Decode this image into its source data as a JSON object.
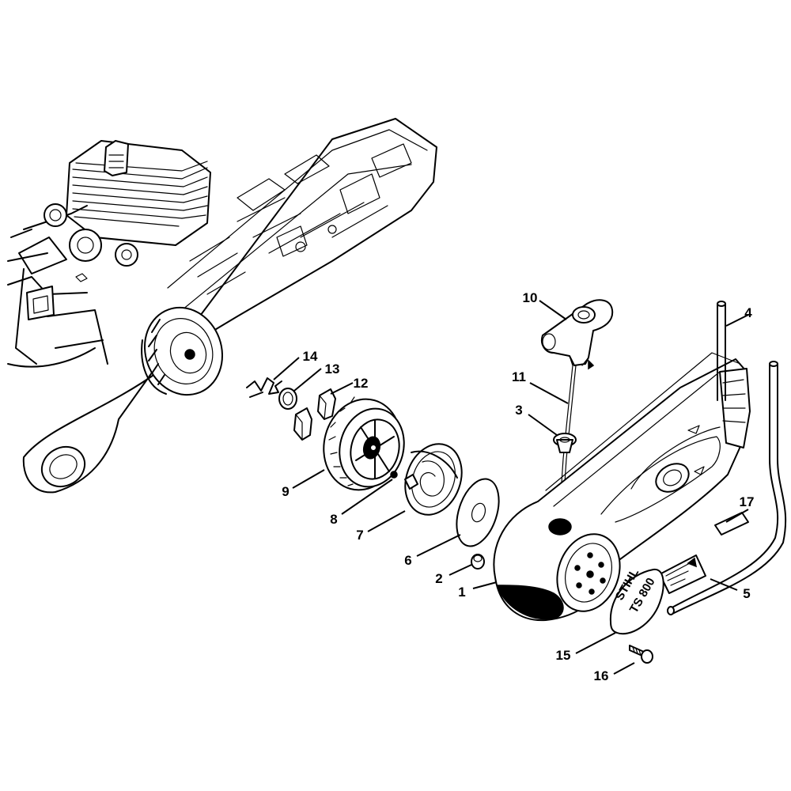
{
  "callouts": [
    {
      "number": "1",
      "part": "starter-cover"
    },
    {
      "number": "2",
      "part": "bushing"
    },
    {
      "number": "3",
      "part": "rope-guide"
    },
    {
      "number": "4",
      "part": "tube"
    },
    {
      "number": "5",
      "part": "hose"
    },
    {
      "number": "6",
      "part": "washer"
    },
    {
      "number": "7",
      "part": "rewind-spring-housing"
    },
    {
      "number": "8",
      "part": "screw"
    },
    {
      "number": "9",
      "part": "rope-rotor"
    },
    {
      "number": "10",
      "part": "starter-grip"
    },
    {
      "number": "11",
      "part": "starter-rope"
    },
    {
      "number": "12",
      "part": "pawl"
    },
    {
      "number": "13",
      "part": "washer"
    },
    {
      "number": "14",
      "part": "spring-clip"
    },
    {
      "number": "15",
      "part": "emblem"
    },
    {
      "number": "16",
      "part": "screw"
    },
    {
      "number": "17",
      "part": "label"
    }
  ],
  "logo": {
    "brand": "STIHL",
    "model": "TS 800"
  },
  "colors": {
    "ink": "#000000",
    "paper": "#ffffff"
  }
}
